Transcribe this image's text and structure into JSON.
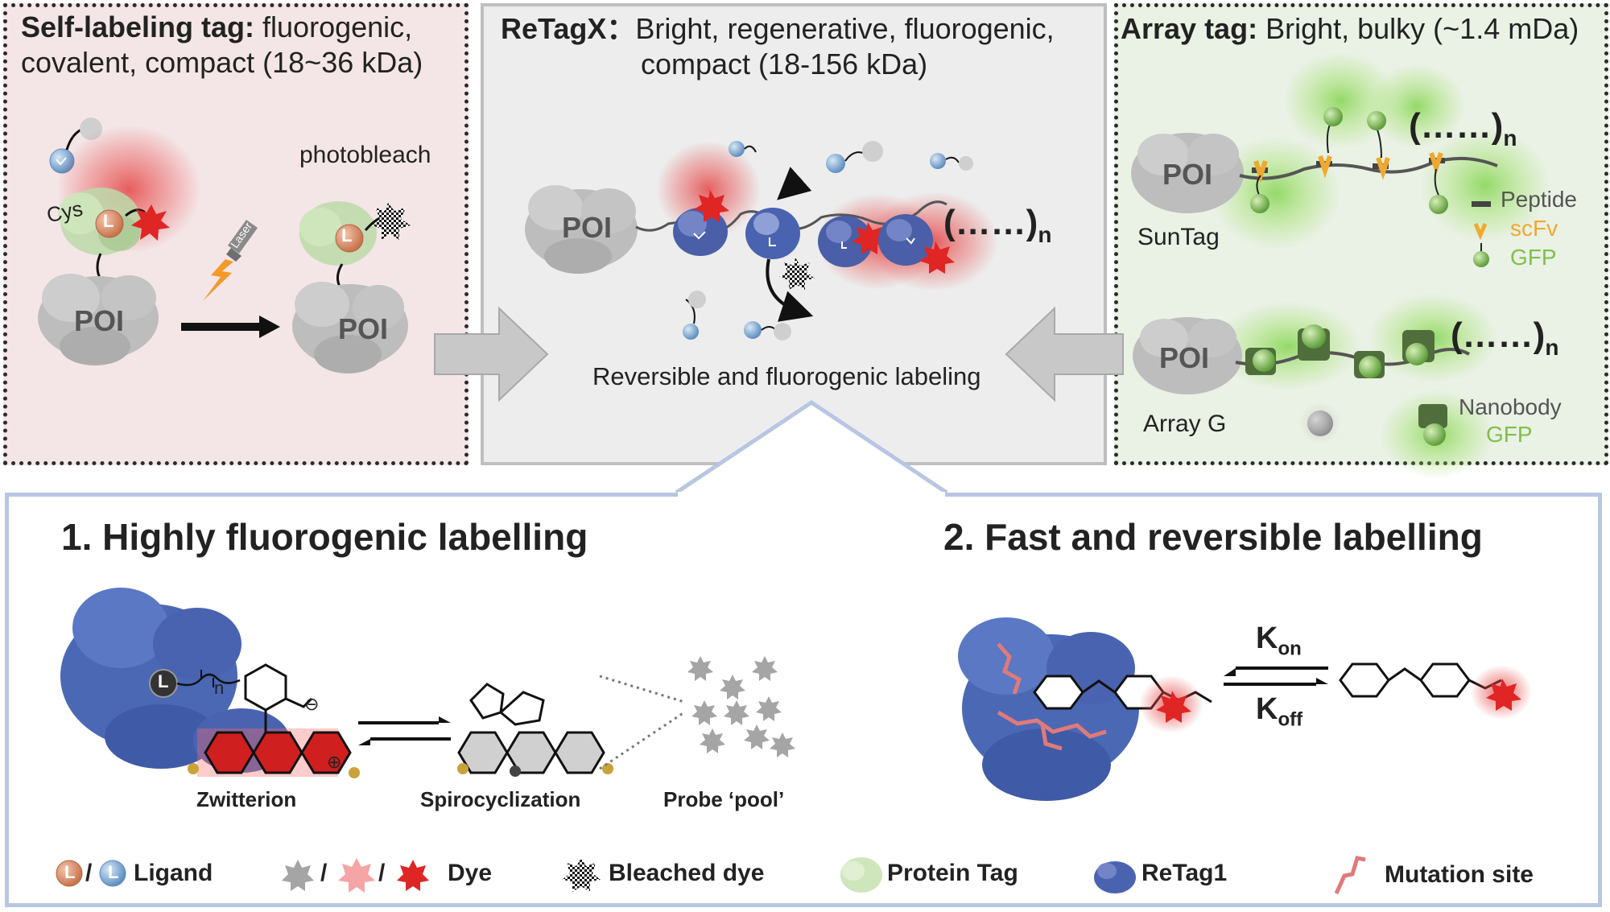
{
  "panels": {
    "self_labeling": {
      "title_bold": "Self-labeling tag:",
      "title_rest_1": " fluorogenic,",
      "title_line2": "covalent, compact (18~36 kDa)",
      "photobleach": "photobleach",
      "cys": "Cys",
      "laser": "Laser",
      "poi": "POI",
      "ligand_letter": "L"
    },
    "retagx": {
      "title_bold": "ReTagX",
      "title_sep": "：",
      "title_rest_1": "Bright, regenerative, fluorogenic,",
      "title_line2": "compact (18-156 kDa)",
      "poi": "POI",
      "repeat": "(……)",
      "repeat_sub": "n",
      "caption": "Reversible and fluorogenic labeling"
    },
    "array_tag": {
      "title_bold": "Array tag:",
      "title_rest": " Bright, bulky (~1.4 mDa)",
      "poi": "POI",
      "suntag": "SunTag",
      "arrayg": "Array G",
      "repeat": "(……)",
      "repeat_sub": "n",
      "legend_peptide": "Peptide",
      "legend_scfv": "scFv",
      "legend_gfp": "GFP",
      "legend_nanobody": "Nanobody",
      "legend_gfp2": "GFP"
    }
  },
  "bottom": {
    "title1": "1. Highly fluorogenic labelling",
    "title2": "2. Fast and reversible labelling",
    "zwitterion": "Zwitterion",
    "spirocyclization": "Spirocyclization",
    "probe_pool": "Probe ‘pool’",
    "ligand_letter": "L",
    "n_sub": "n",
    "plus": "⊕",
    "minus": "⊖",
    "kon_k": "K",
    "kon_sub": "on",
    "koff_k": "K",
    "koff_sub": "off"
  },
  "legend": {
    "ligand": "Ligand",
    "dye": "Dye",
    "bleached": "Bleached dye",
    "protein_tag": "Protein Tag",
    "retag1": "ReTag1",
    "mutation": "Mutation site",
    "slash": "/"
  },
  "colors": {
    "dye_red": "#e23030",
    "gfp_green": "#7fbf4a",
    "retag_blue": "#4a63b0",
    "ligand_orange": "#d98a62",
    "ligand_blue": "#7ba6cf",
    "scfv_orange": "#f0a830",
    "poi_gray": "#b9b9b9"
  }
}
